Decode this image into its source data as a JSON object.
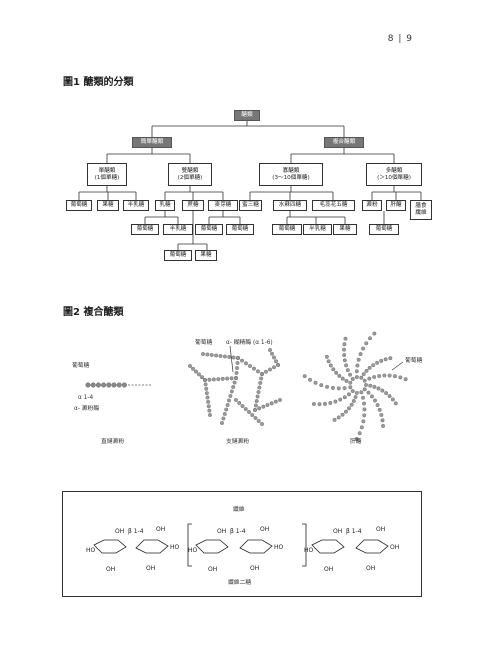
{
  "page_number": "8 | 9",
  "fig1": {
    "title": "圖1 醣類的分類",
    "root": "醣類",
    "simple": "簡單醣類",
    "complex": "複合醣類",
    "mono": "單醣類\n(1個單糖)",
    "di": "雙醣類\n(2個單糖)",
    "oligo": "寡醣類\n(3～10個單糖)",
    "poly": "多醣類\n(＞10個單糖)",
    "mono_items": [
      "葡萄糖",
      "果糖",
      "半乳糖"
    ],
    "di_items": [
      "乳糖",
      "蔗糖",
      "麥芽糖"
    ],
    "oligo_items": [
      "蜜三糖",
      "水蘇四糖",
      "毛蕊花五糖"
    ],
    "poly_items": [
      "澱粉",
      "肝醣",
      "膳食\n纖維"
    ],
    "lactose_parts": [
      "葡萄糖",
      "半乳糖"
    ],
    "sucrose_parts": [
      "葡萄糖",
      "果糖"
    ],
    "maltose_parts": [
      "葡萄糖",
      "葡萄糖"
    ],
    "oligo_parts": [
      "葡萄糖",
      "半乳糖",
      "果糖"
    ],
    "poly_parts": [
      "葡萄糖"
    ]
  },
  "fig2": {
    "title": "圖2 複合醣類",
    "amylose": {
      "glucose": "葡萄糖",
      "bond": "α 1-4",
      "name": "α- 澱粉酶",
      "caption": "直鏈澱粉"
    },
    "amylopectin": {
      "glucose": "葡萄糖",
      "bond": "α- 糊精酶 (α 1-6)",
      "caption": "支鏈澱粉"
    },
    "glycogen": {
      "glucose": "葡萄糖",
      "caption": "肝醣"
    }
  },
  "fig3": {
    "title": "纖維",
    "caption": "纖維二糖",
    "bond": "β 1-4",
    "oh": "OH",
    "ho": "HO"
  }
}
